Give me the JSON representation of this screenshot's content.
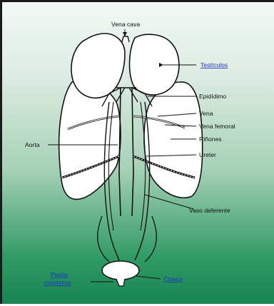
{
  "labels": {
    "vena_cava": "Vena cava",
    "testiculos": "Testículos",
    "epididimo": "Epidídimo",
    "vena": "Vena",
    "vena_femoral": "Vena femoral",
    "rinones": "Riñones",
    "aorta": "Aorta",
    "ureter": "Ureter",
    "vaso_deferente": "Vaso deferente",
    "papila_line1": "Papila",
    "papila_line2": "copulativa",
    "cloaca": "Cloaca"
  },
  "colors": {
    "link": "#1d35c8",
    "line": "#111111",
    "organ_fill": "#ffffff"
  }
}
